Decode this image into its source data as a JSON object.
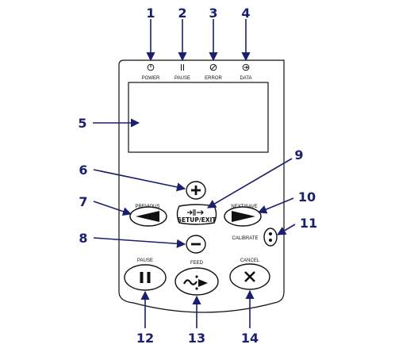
{
  "indicators": {
    "power": "POWER",
    "pause": "PAUSE",
    "error": "ERROR",
    "data": "DATA"
  },
  "buttons": {
    "previous": "PREVIOUS",
    "next_save": "NEXT/SAVE",
    "setup_exit": "SETUP/EXIT",
    "calibrate": "CALIBRATE",
    "pause": "PAUSE",
    "feed": "FEED",
    "cancel": "CANCEL"
  },
  "callouts": [
    "1",
    "2",
    "3",
    "4",
    "5",
    "6",
    "7",
    "8",
    "9",
    "10",
    "11",
    "12",
    "13",
    "14"
  ],
  "icons": {
    "power": "power-icon",
    "pause": "pause-icon",
    "error": "error-icon",
    "data": "data-icon",
    "plus": "plus-icon",
    "minus": "minus-icon",
    "left": "left-triangle-icon",
    "right": "right-triangle-icon",
    "setup": "setup-exit-icon",
    "calibrate": "calibrate-icon",
    "feed": "feed-icon",
    "cancel": "x-icon"
  },
  "colors": {
    "callout": "#1a1f6e",
    "outline": "#111111"
  }
}
